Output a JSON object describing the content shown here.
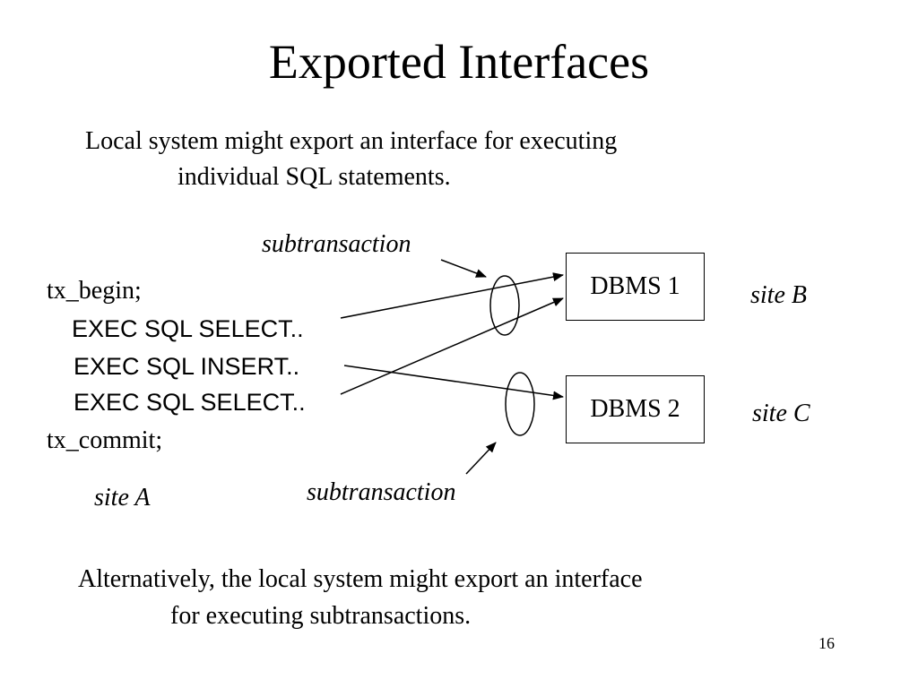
{
  "slide": {
    "title": "Exported Interfaces",
    "intro_line1": "Local system might export an interface for executing",
    "intro_line2": "individual SQL statements.",
    "code": {
      "begin": "tx_begin;",
      "stmt1": "EXEC SQL SELECT..",
      "stmt2": "EXEC SQL INSERT..",
      "stmt3": "EXEC SQL SELECT..",
      "commit": "tx_commit;"
    },
    "label_subtransaction_top": "subtransaction",
    "label_subtransaction_bottom": "subtransaction",
    "dbms1": "DBMS 1",
    "dbms2": "DBMS 2",
    "site_a": "site A",
    "site_b": "site B",
    "site_c": "site C",
    "outro_line1": "Alternatively, the local system might export an interface",
    "outro_line2": "for executing subtransactions.",
    "page_number": "16"
  }
}
